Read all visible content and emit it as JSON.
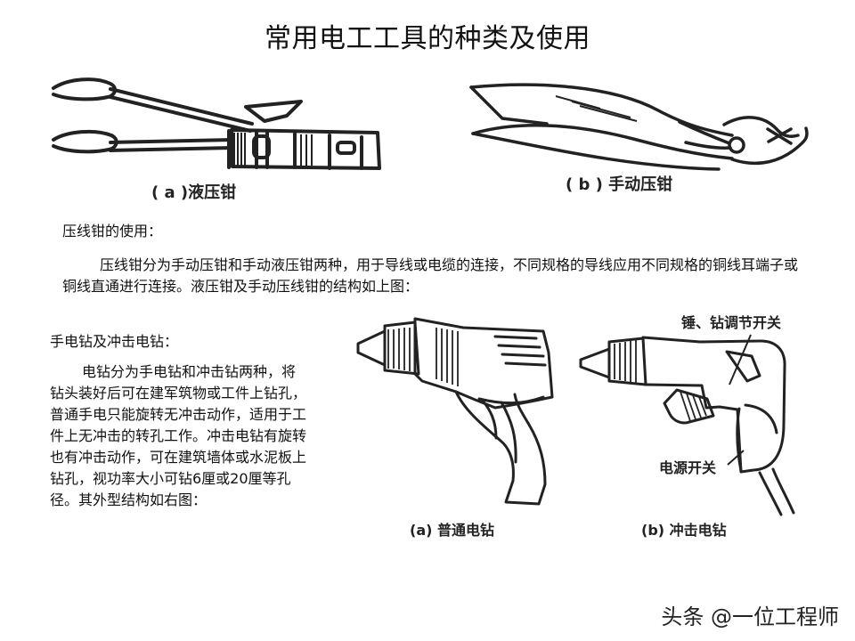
{
  "page": {
    "title": "常用电工工具的种类及使用"
  },
  "crimping": {
    "caption_a": "( a )液压钳",
    "caption_b": "( b ) 手动压钳",
    "section_title": "压线钳的使用：",
    "paragraph": "压线钳分为手动压钳和手动液压钳两种，用于导线或电缆的连接，不同规格的导线应用不同规格的铜线耳端子或铜线直通进行连接。液压钳及手动压线钳的结构如上图："
  },
  "drill": {
    "section_title": "手电钻及冲击电钻：",
    "paragraph": "电钻分为手电钻和冲击钻两种，将钻头装好后可在建军筑物或工件上钻孔，普通手电只能旋转无冲击动作，适用于工件上无冲击的转孔工作。冲击电钻有旋转也有冲击动作，可在建筑墙体或水泥板上钻孔，视功率大小可钻6厘或20厘等孔径。其外型结构如右图：",
    "caption_a": "(a) 普通电钻",
    "caption_b": "(b) 冲击电钻",
    "label_switch_hammer": "锤、钻调节开关",
    "label_power_switch": "电源开关"
  },
  "watermark": {
    "text": "头条 @一位工程师"
  },
  "icons": {
    "hydraulic_crimper": "hydraulic-crimper-icon",
    "manual_crimper": "manual-crimper-icon",
    "standard_drill": "standard-drill-icon",
    "impact_drill": "impact-drill-icon"
  }
}
